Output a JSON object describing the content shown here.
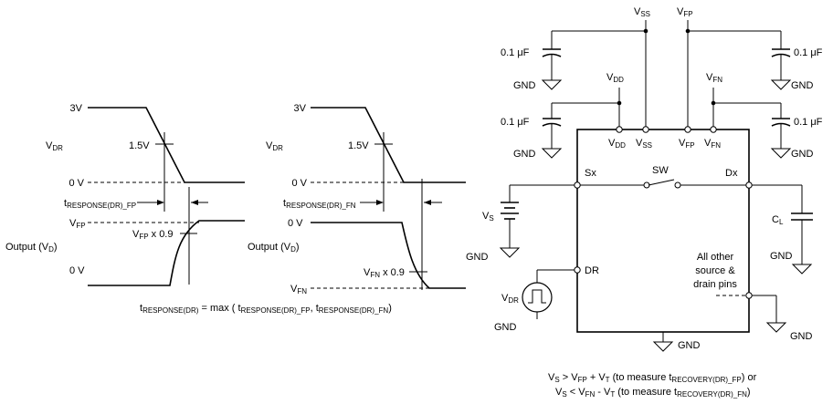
{
  "left_timing": {
    "v_high": "3V",
    "vdr": {
      "main": "V",
      "sub": "DR"
    },
    "mid": "1.5V",
    "zero": "0 V",
    "t_label": {
      "main": "t",
      "sub": "RESPONSE(DR)_FP"
    },
    "vfp": {
      "main": "V",
      "sub": "FP"
    },
    "output": {
      "main": "Output (V",
      "sub": "D",
      "end": ")"
    },
    "out_zero": "0 V",
    "thresh": {
      "main": "V",
      "sub": "FP",
      "end": " x 0.9"
    }
  },
  "right_timing": {
    "v_high": "3V",
    "vdr": {
      "main": "V",
      "sub": "DR"
    },
    "mid": "1.5V",
    "zero": "0 V",
    "t_label": {
      "main": "t",
      "sub": "RESPONSE(DR)_FN"
    },
    "out_zero": "0 V",
    "output": {
      "main": "Output (V",
      "sub": "D",
      "end": ")"
    },
    "vfn": {
      "main": "V",
      "sub": "FN"
    },
    "thresh": {
      "main": "V",
      "sub": "FN",
      "end": " x 0.9"
    }
  },
  "formula": {
    "t1": "t",
    "s1": "RESPONSE(DR)",
    "t2": " = max ( t",
    "s2": "RESPONSE(DR)_FP",
    "t3": ", t",
    "s3": "RESPONSE(DR)_FN",
    "t4": ")"
  },
  "circuit": {
    "cap_value": "0.1 μF",
    "gnd": "GND",
    "vss": {
      "main": "V",
      "sub": "SS"
    },
    "vfp": {
      "main": "V",
      "sub": "FP"
    },
    "vdd": {
      "main": "V",
      "sub": "DD"
    },
    "vfn": {
      "main": "V",
      "sub": "FN"
    },
    "sx": "Sx",
    "sw": "SW",
    "dx": "Dx",
    "vs": {
      "main": "V",
      "sub": "S"
    },
    "cl": {
      "main": "C",
      "sub": "L"
    },
    "dr": "DR",
    "vdr": {
      "main": "V",
      "sub": "DR"
    },
    "other_pins": [
      "All other",
      "source &",
      "drain pins"
    ]
  },
  "notes": {
    "line1": {
      "a": "V",
      "as": "S",
      "b": " > V",
      "bs": "FP",
      "c": " + V",
      "cs": "T",
      "d": " (to measure t",
      "ds": "RECOVERY(DR)_FP",
      "e": ") or"
    },
    "line2": {
      "a": "V",
      "as": "S",
      "b": " < V",
      "bs": "FN",
      "c": " - V",
      "cs": "T",
      "d": " (to measure t",
      "ds": "RECOVERY(DR)_FN",
      "e": ")"
    }
  }
}
